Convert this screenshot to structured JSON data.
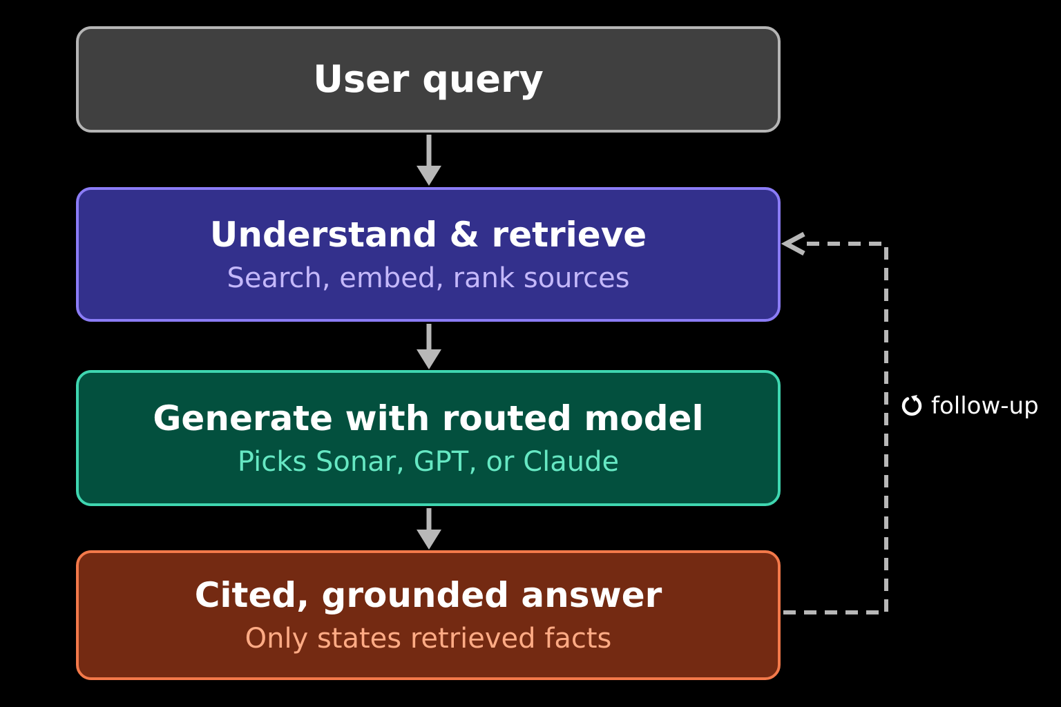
{
  "diagram": {
    "nodes": [
      {
        "id": "query",
        "title": "User query",
        "subtitle": ""
      },
      {
        "id": "retrieve",
        "title": "Understand & retrieve",
        "subtitle": "Search, embed, rank sources"
      },
      {
        "id": "generate",
        "title": "Generate with routed model",
        "subtitle": "Picks Sonar, GPT, or Claude"
      },
      {
        "id": "answer",
        "title": "Cited, grounded answer",
        "subtitle": "Only states retrieved facts"
      }
    ],
    "edges": [
      {
        "from": "query",
        "to": "retrieve",
        "style": "solid"
      },
      {
        "from": "retrieve",
        "to": "generate",
        "style": "solid"
      },
      {
        "from": "generate",
        "to": "answer",
        "style": "solid"
      },
      {
        "from": "answer",
        "to": "retrieve",
        "style": "dashed",
        "label": "follow-up",
        "icon": "loop-arrow-icon"
      }
    ],
    "colors": {
      "background": "#000000",
      "query": "#404040",
      "retrieve": "#33308c",
      "generate": "#03503e",
      "answer": "#742a12",
      "connector": "#b8b8b8"
    }
  }
}
